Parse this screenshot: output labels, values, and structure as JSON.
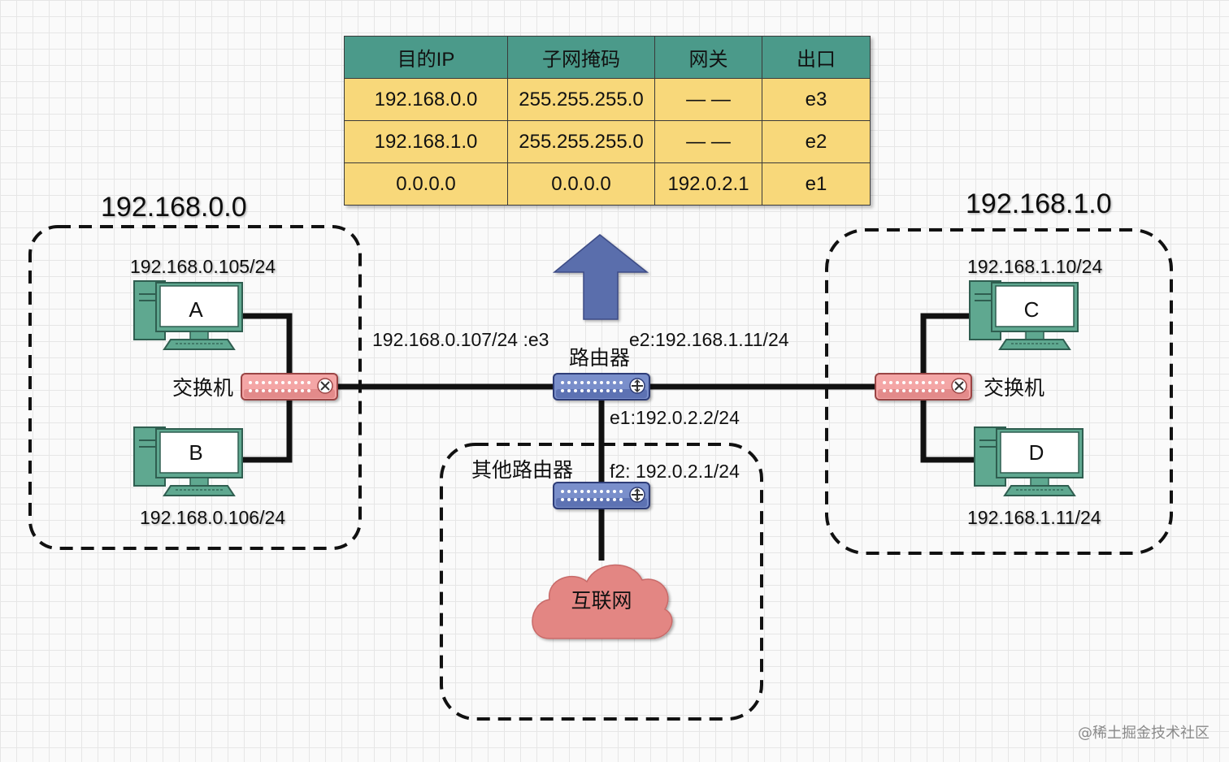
{
  "colors": {
    "table_header": "#4b9a8a",
    "table_cell": "#f8d87a",
    "arrow": "#5a6eac",
    "switch": "#f4a6a6",
    "router": "#7a8fcb",
    "cloud": "#e38683",
    "pc_green": "#5fa890"
  },
  "routing_table": {
    "headers": [
      "目的IP",
      "子网掩码",
      "网关",
      "出口"
    ],
    "rows": [
      [
        "192.168.0.0",
        "255.255.255.0",
        "— —",
        "e3"
      ],
      [
        "192.168.1.0",
        "255.255.255.0",
        "— —",
        "e2"
      ],
      [
        "0.0.0.0",
        "0.0.0.0",
        "192.0.2.1",
        "e1"
      ]
    ]
  },
  "left_network": {
    "label": "192.168.0.0",
    "switch_label": "交换机",
    "hosts": [
      {
        "name": "A",
        "ip": "192.168.0.105/24"
      },
      {
        "name": "B",
        "ip": "192.168.0.106/24"
      }
    ]
  },
  "right_network": {
    "label": "192.168.1.0",
    "switch_label": "交换机",
    "hosts": [
      {
        "name": "C",
        "ip": "192.168.1.10/24"
      },
      {
        "name": "D",
        "ip": "192.168.1.11/24"
      }
    ]
  },
  "router": {
    "label": "路由器",
    "e3": "192.168.0.107/24 :e3",
    "e2": "e2:192.168.1.11/24",
    "e1": "e1:192.0.2.2/24"
  },
  "other_router": {
    "label": "其他路由器",
    "f2": "f2: 192.0.2.1/24"
  },
  "internet_label": "互联网",
  "watermark": "@稀土掘金技术社区"
}
